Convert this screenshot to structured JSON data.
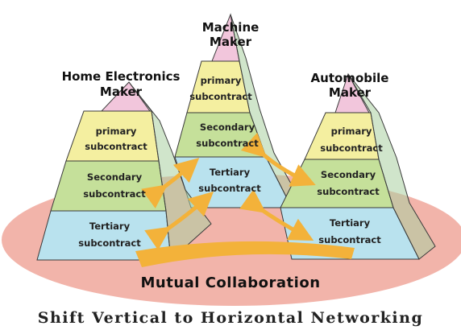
{
  "colors": {
    "pink_top": "#f2c6dc",
    "primary": "#f4efa0",
    "secondary": "#c5e09a",
    "tertiary": "#b9e2ee",
    "ellipse": "#f2b4aa",
    "arrow": "#f3b23a",
    "edge": "#3a3a3a"
  },
  "makers": {
    "home": {
      "line1": "Home Electronics",
      "line2": "Maker"
    },
    "machine": {
      "line1": "Machine",
      "line2": "Maker"
    },
    "auto": {
      "line1": "Automobile",
      "line2": "Maker"
    }
  },
  "tiers": {
    "primary": {
      "line1": "primary",
      "line2": "subcontract"
    },
    "secondary": {
      "line1": "Secondary",
      "line2": "subcontract"
    },
    "tertiary": {
      "line1": "Tertiary",
      "line2": "subcontract"
    }
  },
  "mutual_label": "Mutual Collaboration",
  "caption": "Shift Vertical to Horizontal Networking"
}
